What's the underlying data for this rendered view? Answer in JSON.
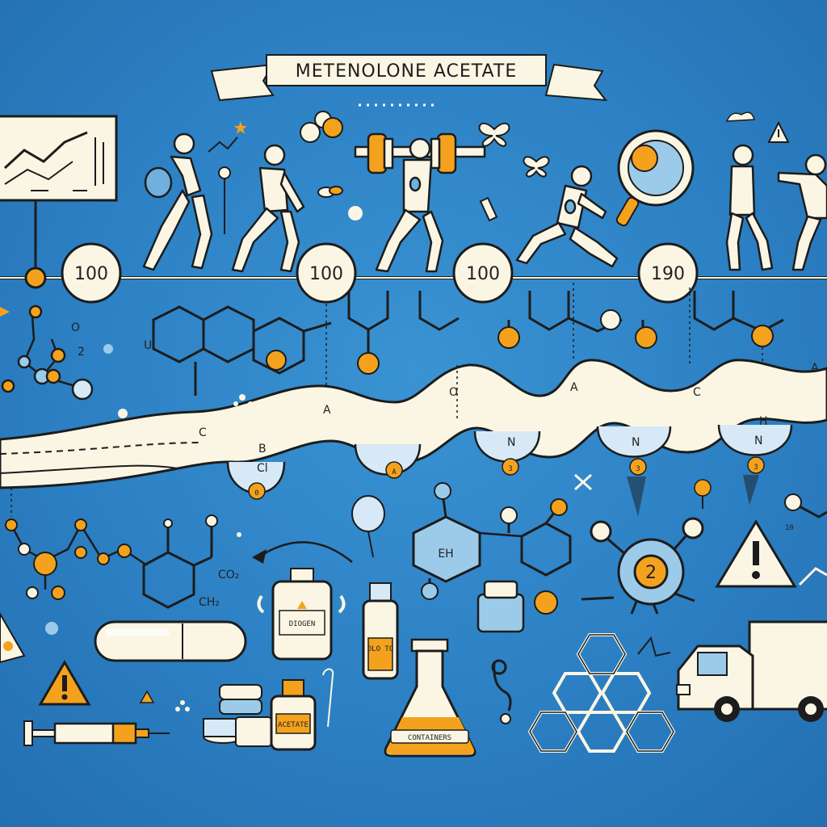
{
  "banner": {
    "title": "METENOLONE ACETATE"
  },
  "timeline": {
    "markers": [
      {
        "label": "100"
      },
      {
        "label": "100"
      },
      {
        "label": "100"
      },
      {
        "label": "190"
      }
    ]
  },
  "ribbon": {
    "letters": [
      "C",
      "A",
      "O",
      "N",
      "A",
      "N",
      "C",
      "N",
      "A",
      "H"
    ],
    "badges": [
      "0",
      "A",
      "3",
      "3",
      "3"
    ],
    "sub_labels": [
      "B",
      "Cl"
    ]
  },
  "chem_labels": {
    "co2": "CO₂",
    "ch2": "CH₂",
    "left_u": "U",
    "left_two": "2",
    "left_o": "O",
    "hex_label": "EH",
    "ten": "10",
    "badge_two": "2"
  },
  "bottles": {
    "vial_label": "DIOGEN",
    "small_bottle_label": "OLO TO",
    "flask_label": "CONTAINERS",
    "jar_label": "ACETATE"
  },
  "colors": {
    "background": "#2c80c3",
    "accent": "#f4a21d",
    "cream": "#fbf6e4",
    "outline": "#1c1c1c",
    "light_blue": "#9ccbea"
  }
}
